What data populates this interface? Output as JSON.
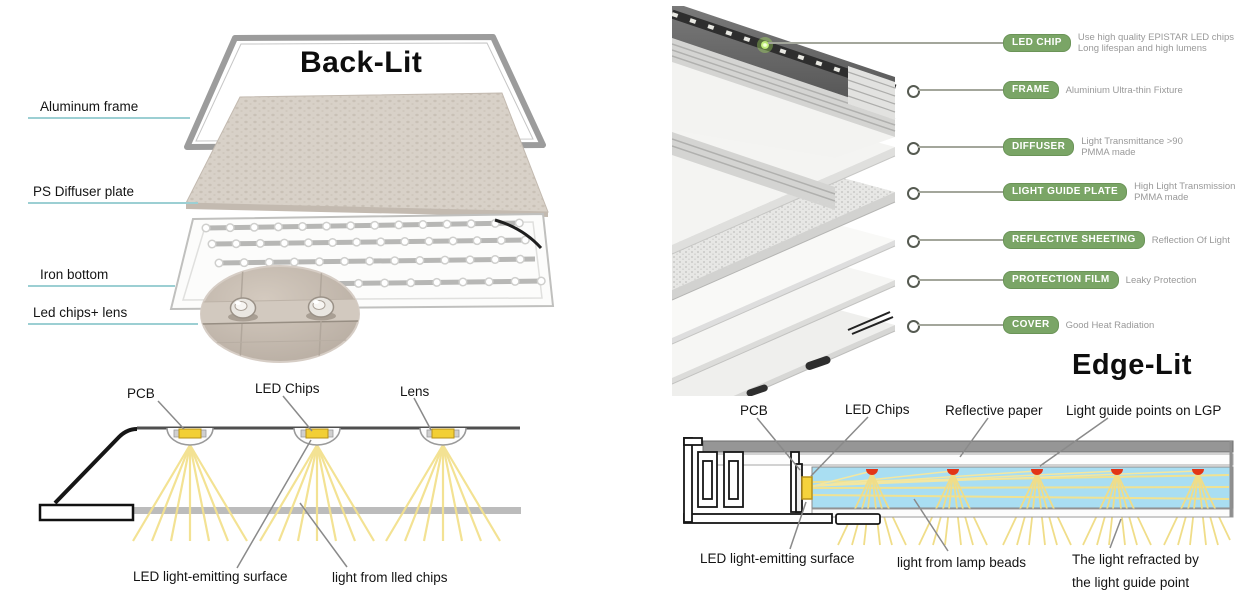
{
  "backlit": {
    "title": "Back-Lit",
    "layer_labels": [
      "Aluminum frame",
      "PS Diffuser plate",
      "Iron bottom",
      "Led chips+ lens"
    ],
    "diagram": {
      "pcb": "PCB",
      "led_chips": "LED Chips",
      "lens": "Lens",
      "emitting_surface": "LED light-emitting surface",
      "light_rays": "light from lled chips"
    }
  },
  "edgelit": {
    "title": "Edge-Lit",
    "callouts": [
      {
        "tag": "LED CHIP",
        "desc1": "Use high quality EPISTAR LED chips",
        "desc2": "Long lifespan and high lumens"
      },
      {
        "tag": "FRAME",
        "desc1": "Aluminium  Ultra-thin Fixture",
        "desc2": ""
      },
      {
        "tag": "DIFFUSER",
        "desc1": "Light Transmittance >90",
        "desc2": "PMMA made"
      },
      {
        "tag": "LIGHT GUIDE PLATE",
        "desc1": "High Light Transmission",
        "desc2": "PMMA made"
      },
      {
        "tag": "REFLECTIVE SHEETING",
        "desc1": "Reflection Of Light",
        "desc2": ""
      },
      {
        "tag": "PROTECTION FILM",
        "desc1": "Leaky Protection",
        "desc2": ""
      },
      {
        "tag": "COVER",
        "desc1": "Good Heat Radiation",
        "desc2": ""
      }
    ],
    "diagram": {
      "pcb": "PCB",
      "led_chips": "LED Chips",
      "reflective_paper": "Reflective paper",
      "lgp_points": "Light guide points on LGP",
      "emitting_surface": "LED light-emitting surface",
      "lamp_beads": "light from lamp beads",
      "refracted1": "The light refracted by",
      "refracted2": "the light guide point"
    }
  },
  "colors": {
    "callout_green": "#7aa566",
    "teal_underline": "#9ccfd3",
    "lgp_cyan": "#a9def2",
    "led_yellow": "#f5d33c",
    "ray_yellow": "#f3e18e",
    "red_point": "#e23517"
  }
}
